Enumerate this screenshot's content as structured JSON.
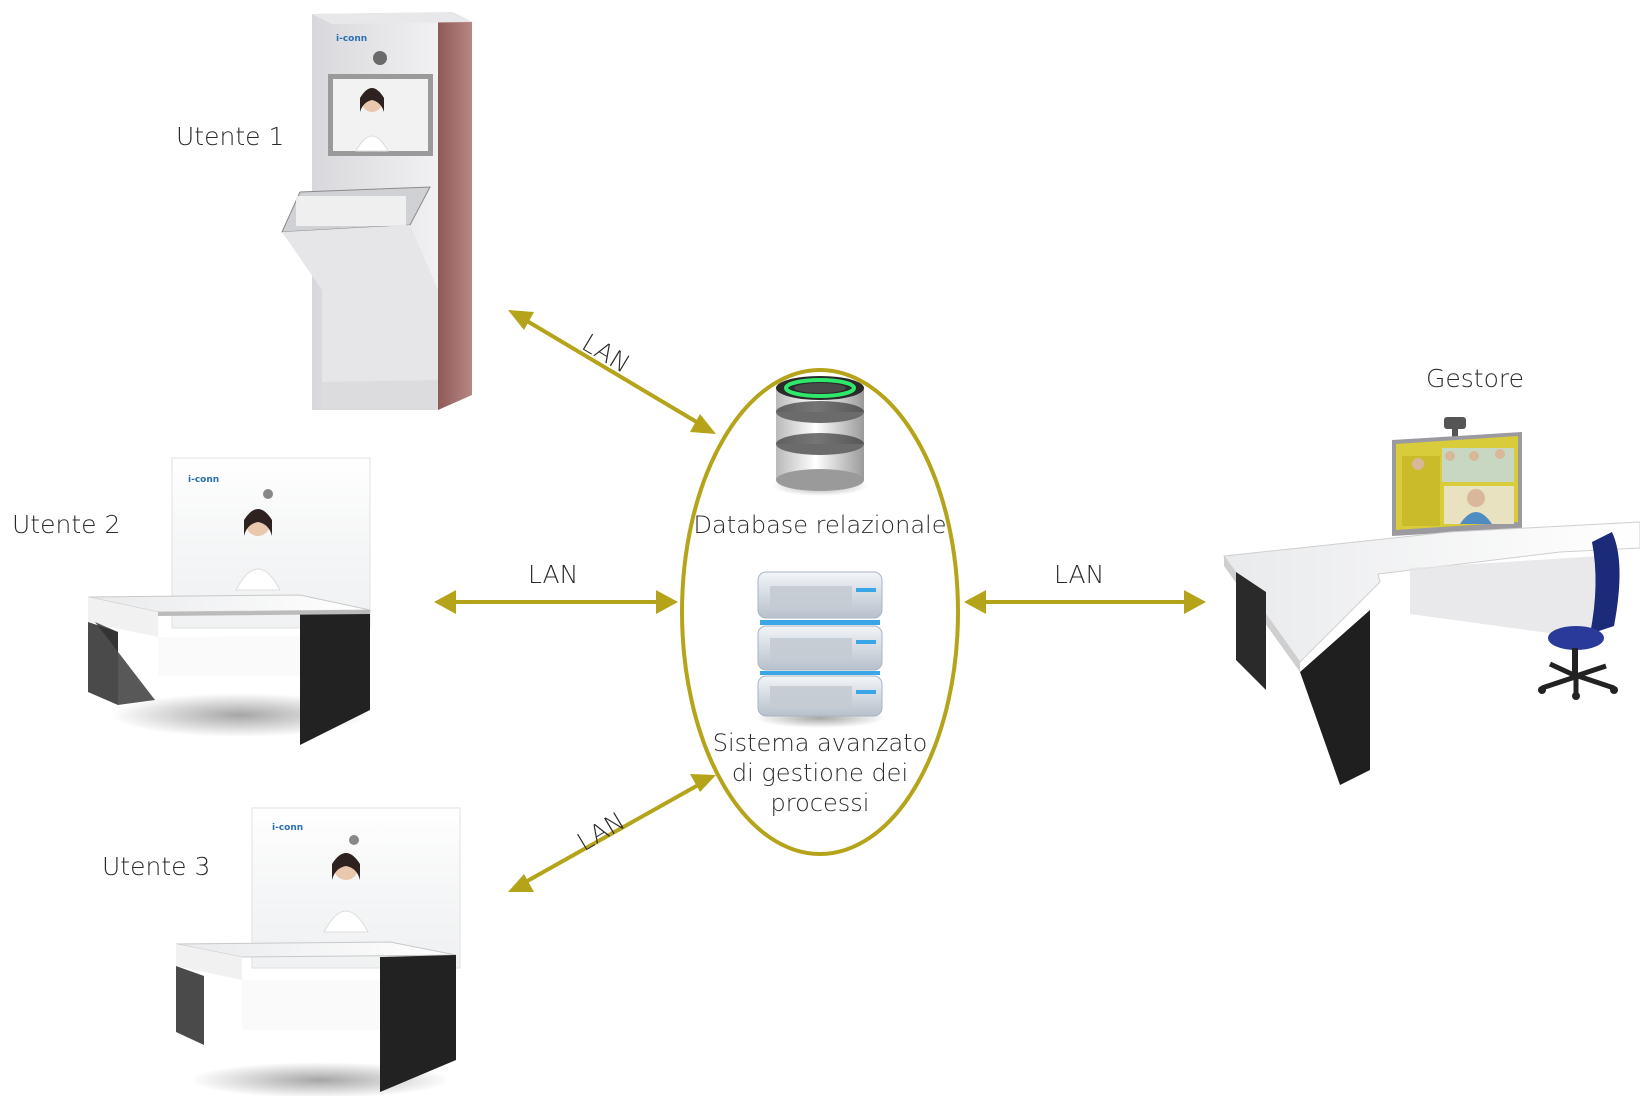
{
  "nodes": {
    "user1": {
      "label": "Utente 1"
    },
    "user2": {
      "label": "Utente 2"
    },
    "user3": {
      "label": "Utente 3"
    },
    "manager": {
      "label": "Gestore"
    }
  },
  "center": {
    "database_label": "Database relazionale",
    "system_label_lines": [
      "Sistema avanzato",
      "di gestione dei",
      "processi"
    ]
  },
  "links": [
    {
      "id": "user1",
      "label": "LAN"
    },
    {
      "id": "user2",
      "label": "LAN"
    },
    {
      "id": "user3",
      "label": "LAN"
    },
    {
      "id": "manager",
      "label": "LAN"
    }
  ],
  "kiosk_brand": "i-conn",
  "colors": {
    "link": "#b5a31a",
    "ellipse": "#b5a31a",
    "kiosk_wall": "#a87270"
  }
}
